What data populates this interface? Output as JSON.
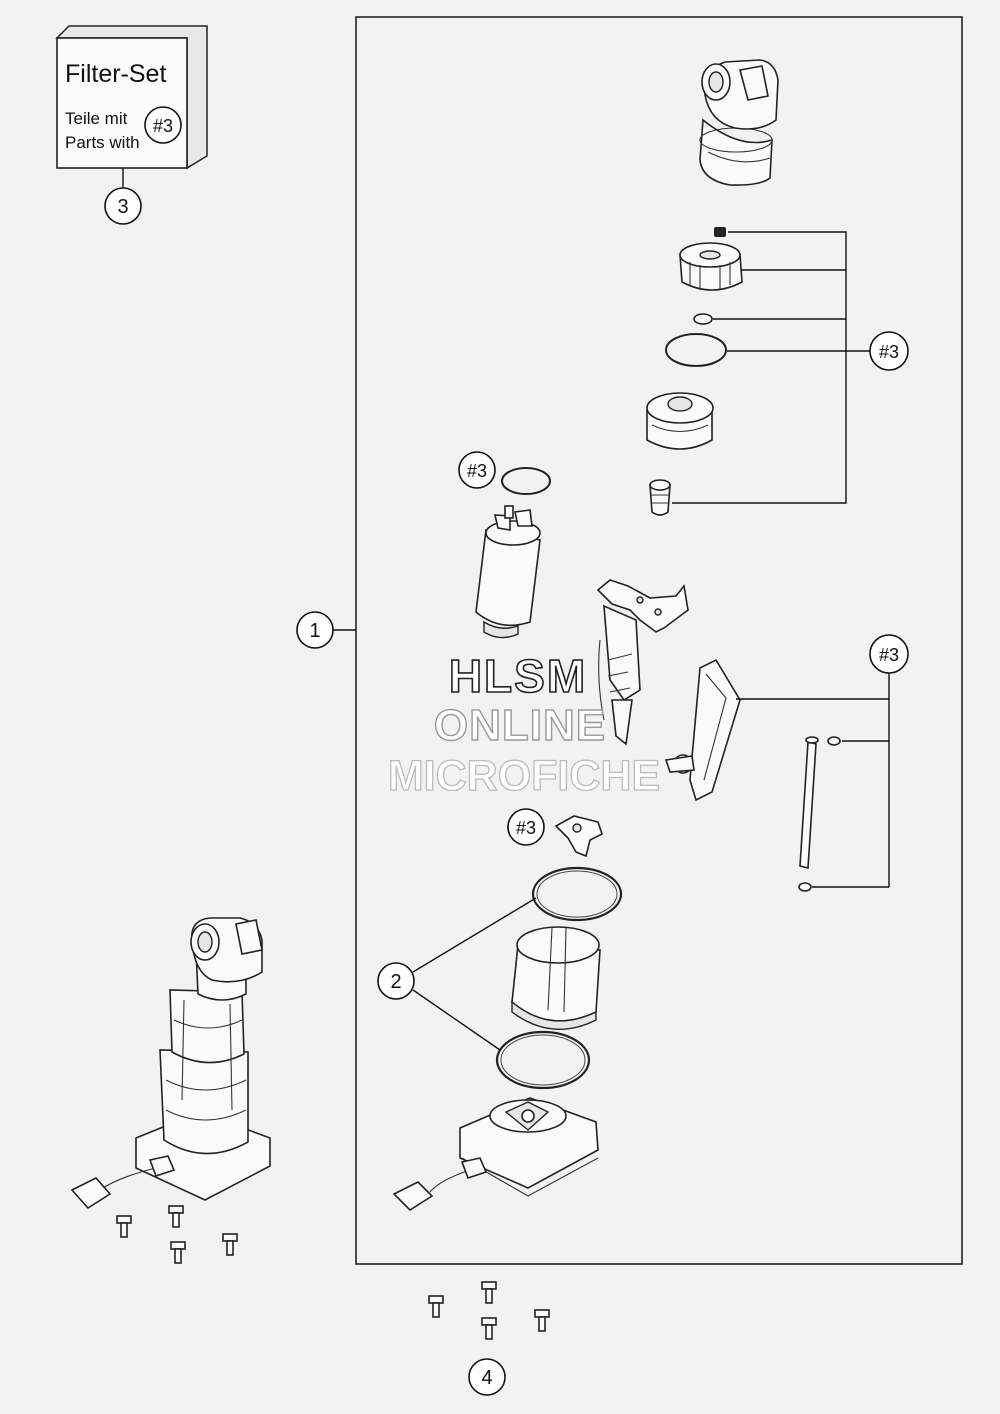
{
  "filter_set_box": {
    "title": "Filter-Set",
    "line1": "Teile mit",
    "line2": "Parts with",
    "tag": "#3"
  },
  "callouts": {
    "item1": "1",
    "item2": "2",
    "item3": "3",
    "item4": "4",
    "filter_tag": "#3"
  },
  "watermark": {
    "line1": "HLSM",
    "line2": "ONLINE",
    "line3": "MICROFICHE"
  }
}
